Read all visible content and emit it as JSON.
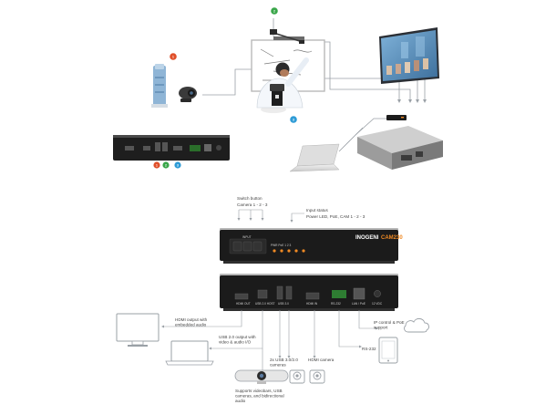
{
  "top_scene": {
    "badges": {
      "red": "1",
      "green": "2",
      "blue": "3"
    },
    "colors": {
      "red": "#e0502a",
      "green": "#3aa64a",
      "blue": "#2e9bd6",
      "orange": "#f08a24"
    }
  },
  "front_panel": {
    "switch_button_label": "Switch button",
    "switch_button_sub": "Camera 1 - 2 - 3",
    "input_status_label": "Input status",
    "input_status_sub": "Power LED, PoE, CAM 1 - 2 - 3",
    "brand": "INOGENI",
    "model": "CAM230"
  },
  "rear_panel": {
    "ports": [
      "HDMI OUT",
      "USB 2.0 HOST",
      "USB 3.0",
      "HDMI IN",
      "RS-232",
      "LAN / PoE",
      "12 VDC"
    ]
  },
  "callouts": {
    "hdmi_output": "HDMI output with embedded audio",
    "usb_output": "USB 2.0 output with video & audio I/O",
    "usb_cameras": "2x USB 3.0/2.0 cameras",
    "hdmi_camera": "HDMI camera",
    "rs232": "RS-232",
    "ip_control": "IP control & PoE support",
    "supports": "Supports videobars, USB cameras, and bidirectional audio"
  }
}
